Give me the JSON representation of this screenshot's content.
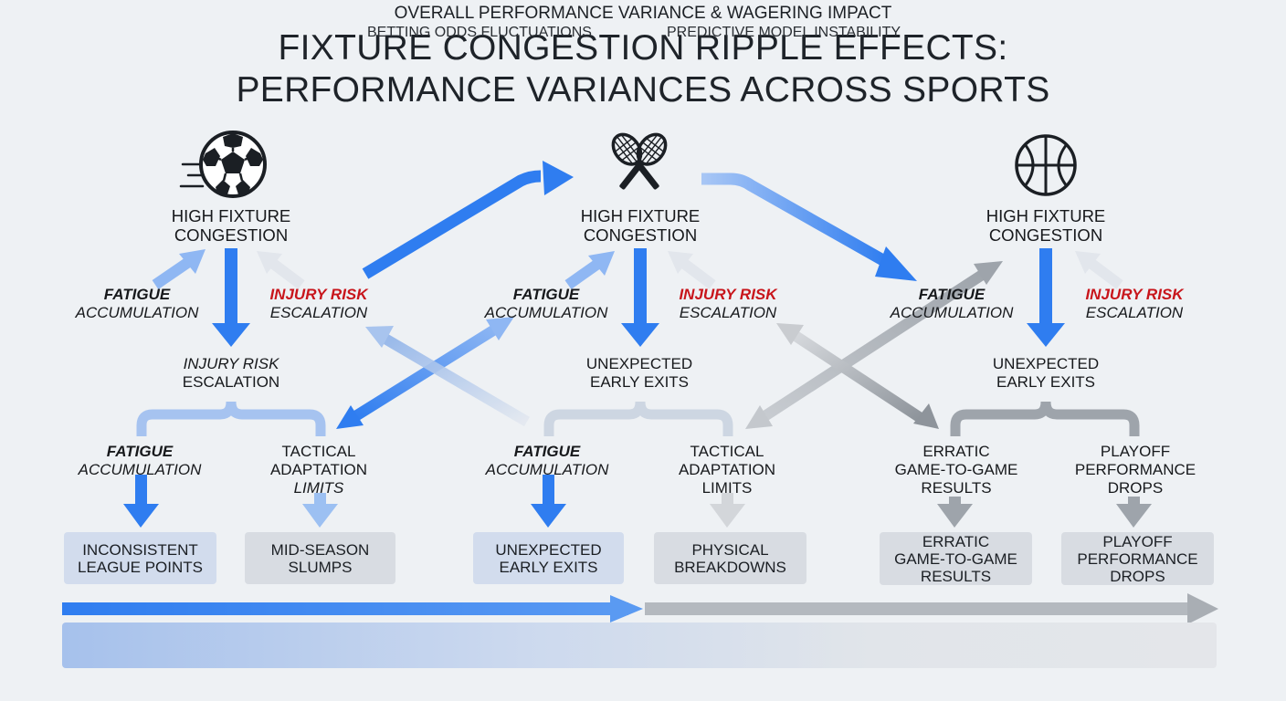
{
  "title": {
    "line1": "FIXTURE CONGESTION RIPPLE EFFECTS:",
    "line2": "PERFORMANCE VARIANCES ACROSS SPORTS"
  },
  "icons": [
    "soccer-ball-icon",
    "tennis-rackets-icon",
    "basketball-icon"
  ],
  "colors": {
    "blue": "#2f7df0",
    "light_blue": "#9cc0f2",
    "gray": "#9ea4ab",
    "red": "#c8151b"
  },
  "columns": [
    {
      "sport_icon": "soccer-ball-icon",
      "header": {
        "line1": "HIGH FIXTURE",
        "line2": "CONGESTION"
      },
      "left_label": {
        "line1": "FATIGUE",
        "line2": "ACCUMULATION"
      },
      "right_label": {
        "line1": "INJURY RISK",
        "line2": "ESCALATION"
      },
      "mid_label": {
        "line1": "INJURY RISK",
        "line2": "ESCALATION"
      },
      "branch_left": {
        "line1": "FATIGUE",
        "line2": "ACCUMULATION"
      },
      "branch_right": {
        "line1": "TACTICAL",
        "line2": "ADAPTATION",
        "line3": "LIMITS"
      },
      "box_left": {
        "line1": "INCONSISTENT",
        "line2": "LEAGUE POINTS"
      },
      "box_right": {
        "line1": "MID-SEASON",
        "line2": "SLUMPS"
      }
    },
    {
      "sport_icon": "tennis-rackets-icon",
      "header": {
        "line1": "HIGH FIXTURE",
        "line2": "CONGESTION"
      },
      "left_label": {
        "line1": "FATIGUE",
        "line2": "ACCUMULATION"
      },
      "right_label": {
        "line1": "INJURY RISK",
        "line2": "ESCALATION"
      },
      "mid_label": {
        "line1": "UNEXPECTED",
        "line2": "EARLY EXITS"
      },
      "branch_left": {
        "line1": "FATIGUE",
        "line2": "ACCUMULATION"
      },
      "branch_right": {
        "line1": "TACTICAL",
        "line2": "ADAPTATION",
        "line3": "LIMITS"
      },
      "box_left": {
        "line1": "UNEXPECTED",
        "line2": "EARLY EXITS"
      },
      "box_right": {
        "line1": "PHYSICAL",
        "line2": "BREAKDOWNS"
      }
    },
    {
      "sport_icon": "basketball-icon",
      "header": {
        "line1": "HIGH FIXTURE",
        "line2": "CONGESTION"
      },
      "left_label": {
        "line1": "FATIGUE",
        "line2": "ACCUMULATION"
      },
      "right_label": {
        "line1": "INJURY RISK",
        "line2": "ESCALATION"
      },
      "mid_label": {
        "line1": "UNEXPECTED",
        "line2": "EARLY EXITS"
      },
      "branch_left": {
        "line1": "ERRATIC",
        "line2": "GAME-TO-GAME",
        "line3": "RESULTS"
      },
      "branch_right": {
        "line1": "PLAYOFF",
        "line2": "PERFORMANCE",
        "line3": "DROPS"
      },
      "box_left": {
        "line1": "ERRATIC",
        "line2": "GAME-TO-GAME",
        "line3": "RESULTS"
      },
      "box_right": {
        "line1": "PLAYOFF",
        "line2": "PERFORMANCE",
        "line3": "DROPS"
      }
    }
  ],
  "banner": {
    "title": "OVERALL PERFORMANCE VARIANCE & WAGERING IMPACT",
    "sub_left": "BETTING ODDS FLUCTUATIONS",
    "sub_right": "PREDICTIVE MODEL INSTABILITY"
  }
}
